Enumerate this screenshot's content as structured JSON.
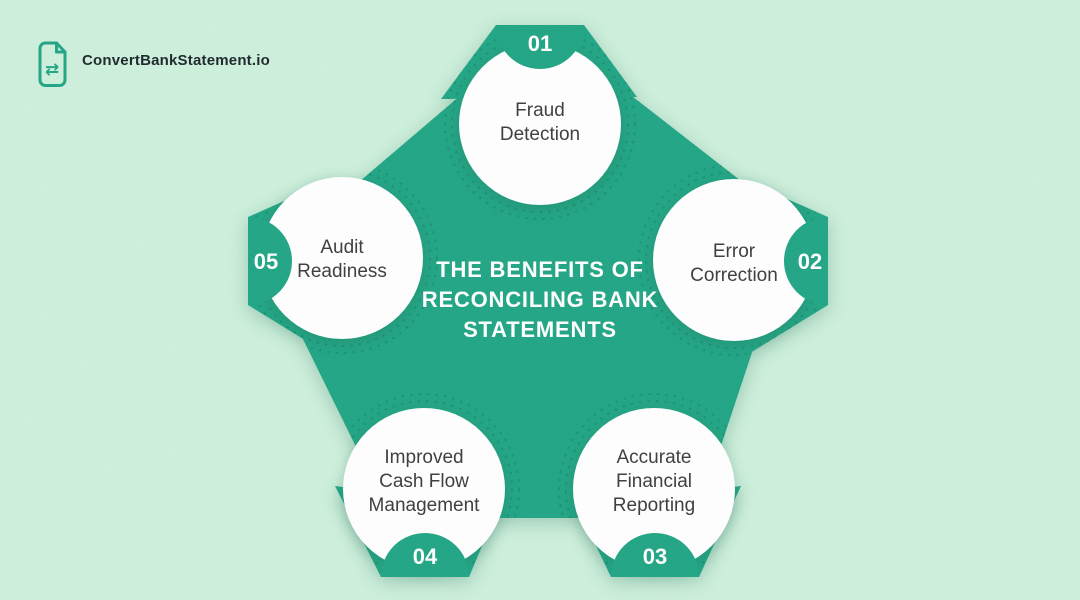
{
  "page": {
    "background_color": "#CDF0DC",
    "accent_color": "#21A685",
    "circle_fill": "#FFFFFF",
    "label_color": "#3D3D3D",
    "number_color": "#FFFFFF"
  },
  "logo": {
    "brand": "ConvertBankStatement.io",
    "icon": "convert-document-icon"
  },
  "diagram": {
    "title_lines": [
      "THE BENEFITS OF",
      "RECONCILING BANK",
      "STATEMENTS"
    ],
    "items": [
      {
        "number": "01",
        "label_lines": [
          "Fraud",
          "Detection"
        ]
      },
      {
        "number": "02",
        "label_lines": [
          "Error",
          "Correction"
        ]
      },
      {
        "number": "03",
        "label_lines": [
          "Accurate",
          "Financial",
          "Reporting"
        ]
      },
      {
        "number": "04",
        "label_lines": [
          "Improved",
          "Cash Flow",
          "Management"
        ]
      },
      {
        "number": "05",
        "label_lines": [
          "Audit",
          "Readiness"
        ]
      }
    ]
  }
}
